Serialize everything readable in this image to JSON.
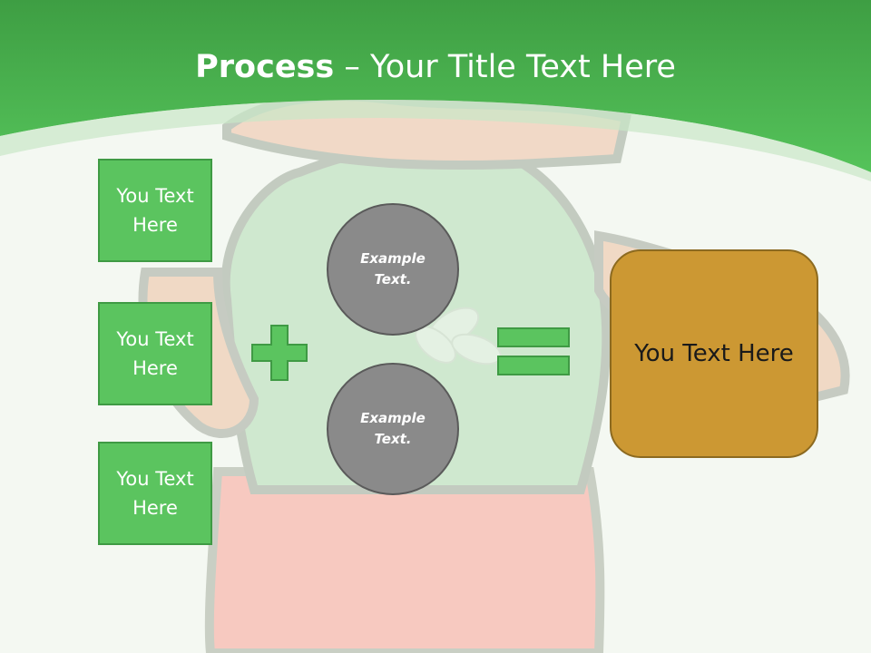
{
  "title": {
    "bold": "Process",
    "separator": " – ",
    "rest": "Your Title Text Here"
  },
  "inputs": [
    {
      "label": "You Text Here"
    },
    {
      "label": "You Text Here"
    },
    {
      "label": "You Text Here"
    }
  ],
  "operators": {
    "plus_icon": "plus-icon",
    "equals_icon": "equals-icon"
  },
  "circles": [
    {
      "label": "Example Text."
    },
    {
      "label": "Example Text."
    }
  ],
  "result": {
    "label": "You Text Here"
  },
  "colors": {
    "header_green": "#4aba4e",
    "box_green": "#5bc45f",
    "circle_gray": "#8a8a8a",
    "result_gold": "#cc9833"
  }
}
